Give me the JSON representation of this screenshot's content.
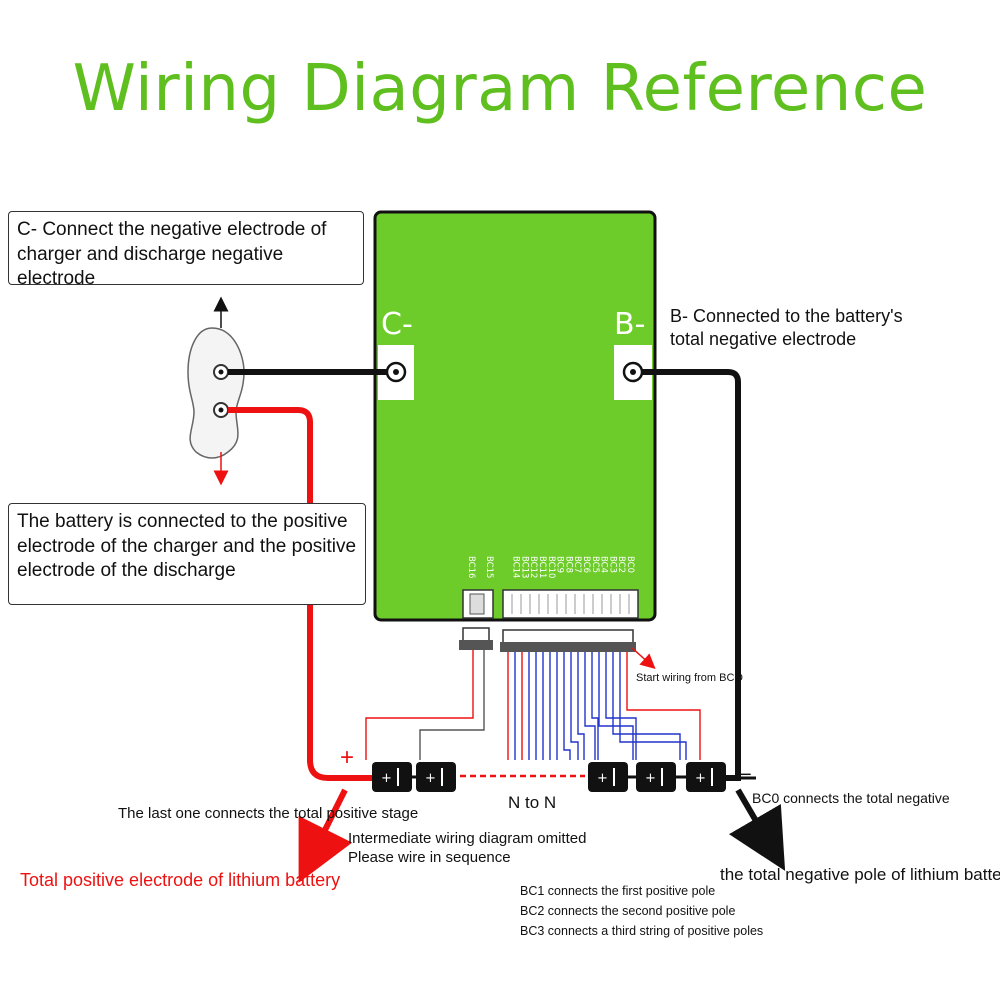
{
  "title": "Wiring Diagram Reference",
  "board": {
    "terminal_c_label": "C-",
    "terminal_b_label": "B-",
    "pins_main": [
      "BC0",
      "BC2",
      "BC3",
      "BC4",
      "BC5",
      "BC6",
      "BC7",
      "BC8",
      "BC9",
      "BC10",
      "BC11",
      "BC12",
      "BC13",
      "BC14"
    ],
    "pins_small": [
      "BC15",
      "BC16"
    ],
    "cable_note": "Start wiring from BCO"
  },
  "callouts": {
    "c_minus": "C- Connect the negative electrode of charger and discharge negative electrode",
    "b_minus": "B- Connected to the battery's total negative electrode",
    "positive": "The battery is connected to the positive electrode of the charger and the positive electrode of the discharge"
  },
  "battery": {
    "plus_sign": "+",
    "minus_sign": "−",
    "n_to_n": "N to N",
    "last_one": "The last one connects the total positive stage",
    "omitted_1": "Intermediate wiring diagram omitted",
    "omitted_2": "Please wire in sequence",
    "bc0_note": "BC0 connects the total negative",
    "total_positive": "Total positive electrode of lithium battery",
    "total_negative": "the total negative pole of lithium battery",
    "bc_notes": [
      "BC1 connects the first positive pole",
      "BC2 connects the second positive pole",
      "BC3 connects a third string of positive poles"
    ]
  },
  "colors": {
    "title_green": "#5fbf1f",
    "board_green": "#6dcc2a",
    "wire_red": "#ee1111",
    "wire_blue": "#2233cc",
    "wire_black": "#111111"
  }
}
